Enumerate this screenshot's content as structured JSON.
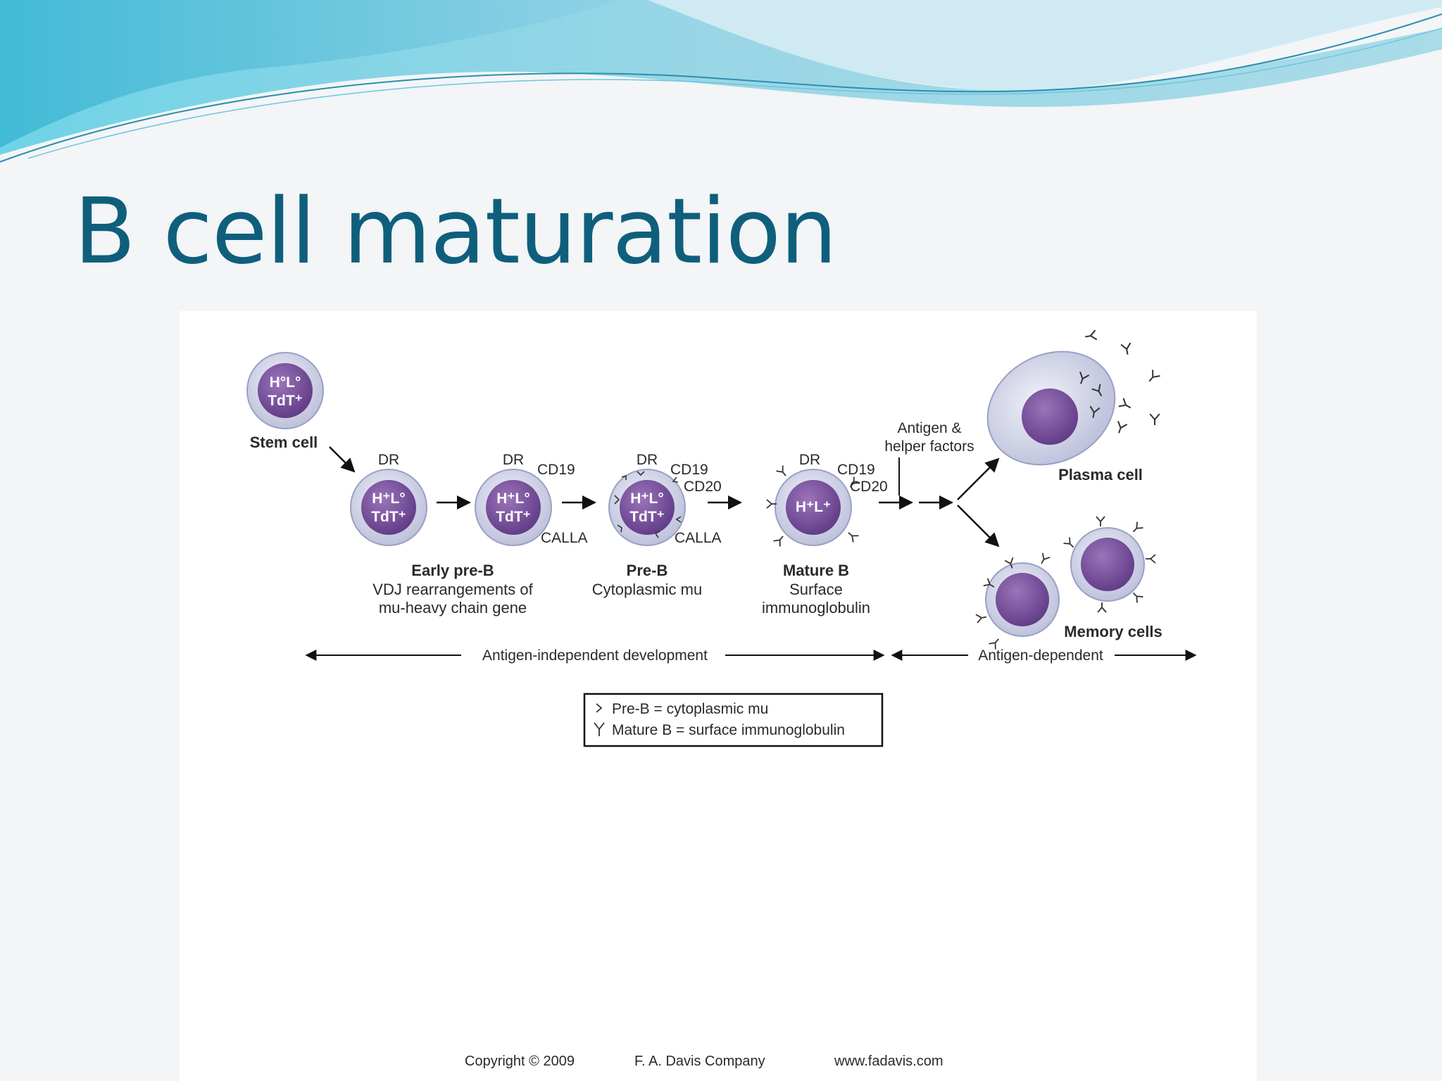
{
  "slide": {
    "title": "B cell maturation"
  },
  "diagram": {
    "stem": {
      "nucleus_line1": "H°L°",
      "nucleus_line2": "TdT⁺",
      "label": "Stem cell"
    },
    "early_pre_b": {
      "nucleus_line1": "H⁺L°",
      "nucleus_line2": "TdT⁺",
      "marker_dr": "DR",
      "title": "Early pre-B",
      "desc_line1": "VDJ rearrangements of",
      "desc_line2": "mu-heavy chain gene"
    },
    "stage2": {
      "nucleus_line1": "H⁺L°",
      "nucleus_line2": "TdT⁺",
      "marker_dr": "DR",
      "marker_cd19": "CD19",
      "marker_calla": "CALLA"
    },
    "pre_b": {
      "nucleus_line1": "H⁺L°",
      "nucleus_line2": "TdT⁺",
      "marker_dr": "DR",
      "marker_cd19": "CD19",
      "marker_cd20": "CD20",
      "marker_calla": "CALLA",
      "title": "Pre-B",
      "desc_line1": "Cytoplasmic mu"
    },
    "mature_b": {
      "nucleus_line1": "H⁺L⁺",
      "marker_dr": "DR",
      "marker_cd19": "CD19",
      "marker_cd20": "CD20",
      "title": "Mature B",
      "desc_line1": "Surface",
      "desc_line2": "immunoglobulin"
    },
    "antigen": {
      "line1": "Antigen &",
      "line2": "helper factors"
    },
    "plasma_cell": {
      "label": "Plasma cell"
    },
    "memory_cells": {
      "label": "Memory cells"
    },
    "phase_independent": "Antigen-independent development",
    "phase_dependent": "Antigen-dependent",
    "legend": {
      "line1": "Pre-B = cytoplasmic mu",
      "line2": "Mature B = surface immunoglobulin"
    },
    "copyright": {
      "year": "Copyright © 2009",
      "company": "F. A. Davis Company",
      "url": "www.fadavis.com"
    }
  },
  "colors": {
    "title": "#0f5f7c",
    "nucleus": "#7a4d9c",
    "cell_body": "#dde0f0",
    "wave_top": "#5bc7df"
  },
  "icons": [
    "antibody-icon",
    "chevron-receptor-icon",
    "arrow-icon"
  ]
}
